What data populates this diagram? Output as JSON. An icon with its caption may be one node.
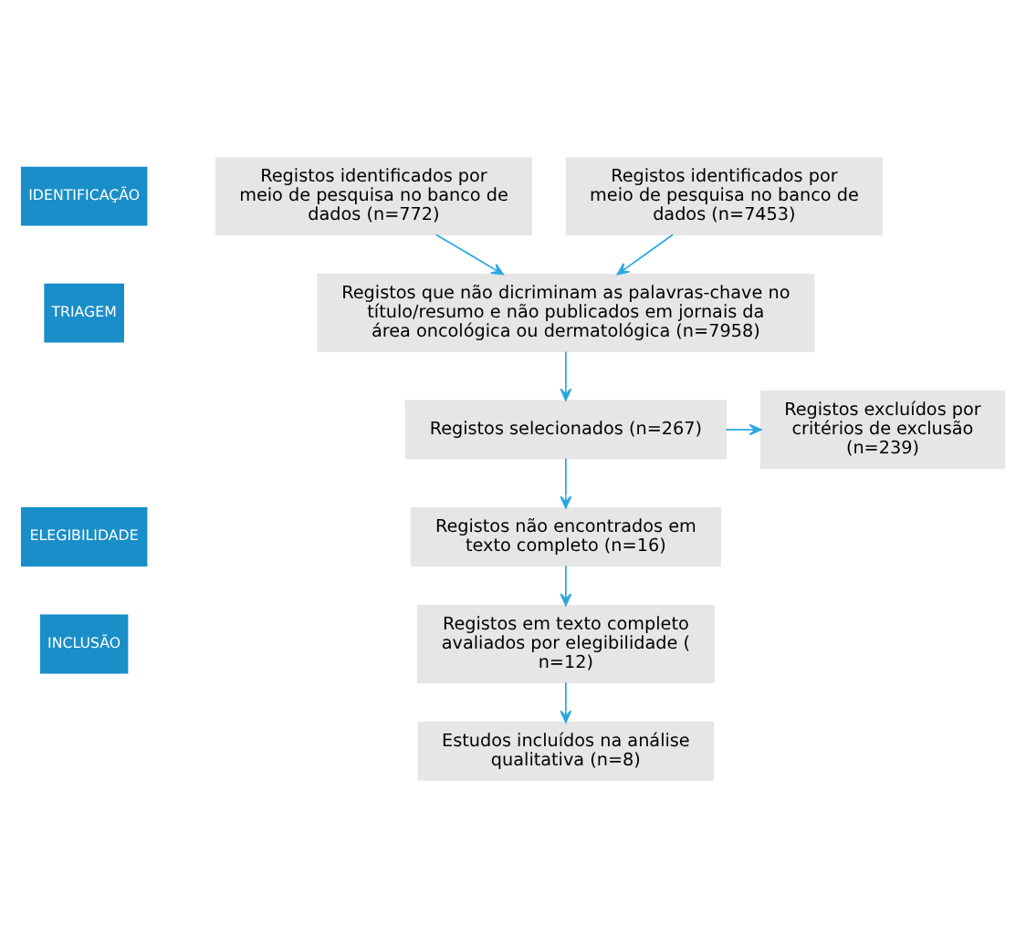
{
  "diagram": {
    "nodes": [
      {
        "text": [
          "IDENTIFICAÇÃO"
        ]
      },
      {
        "text": [
          "Registos identificados por meio de pesquisa no banco de dados (n=772)"
        ]
      },
      {
        "text": [
          "Registos identificados por meio de pesquisa no banco de dados (n=7453)"
        ]
      },
      {
        "text": [
          "TRIAGEM"
        ]
      },
      {
        "text": [
          "Registos que não dicriminam as palavras-chave no título/resumo e não publicados em jornais da área oncológica ou dermatológica (n=7958)"
        ]
      },
      {
        "text": [
          "Registos selecionados (n=267)"
        ]
      },
      {
        "text": [
          "Registos excluídos por critérios de exclusão (n=239)"
        ]
      },
      {
        "text": [
          "ELEGIBILIDADE"
        ]
      },
      {
        "text": [
          "Registos não encontrados em texto completo (n=16)"
        ]
      },
      {
        "text": [
          "INCLUSÃO"
        ]
      },
      {
        "text": [
          "Registos em texto completo avaliados por elegibilidade ( n=12)"
        ]
      },
      {
        "text": [
          "Estudos incluídos na análise qualitativa (n=8)"
        ]
      }
    ],
    "edges": [
      {
        "from": 1,
        "to": 4,
        "arrow": "to"
      },
      {
        "from": 2,
        "to": 4,
        "arrow": "to"
      },
      {
        "from": 4,
        "to": 5,
        "arrow": "to"
      },
      {
        "from": 5,
        "to": 6,
        "arrow": "to"
      },
      {
        "from": 5,
        "to": 8,
        "arrow": "to"
      },
      {
        "from": 8,
        "to": 10,
        "arrow": "to"
      },
      {
        "from": 10,
        "to": 11,
        "arrow": "to"
      }
    ]
  }
}
